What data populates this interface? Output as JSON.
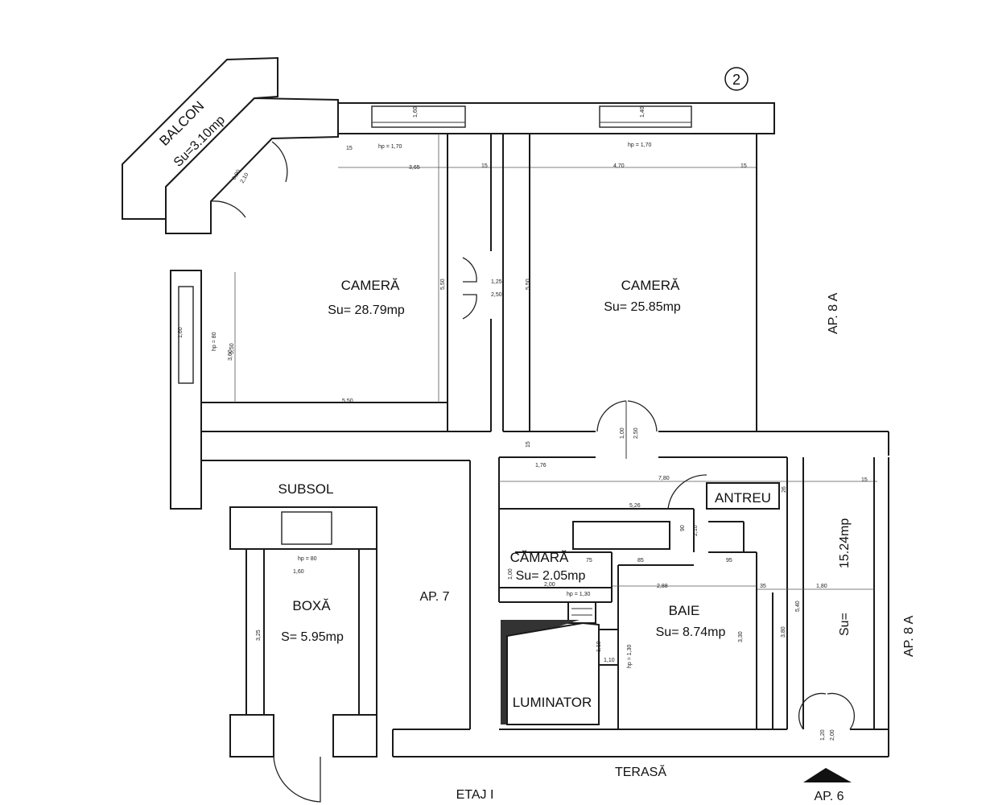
{
  "sheet_number": "2",
  "rooms": {
    "balcon": {
      "name": "BALCON",
      "area": "Su=3.10mp"
    },
    "camera1": {
      "name": "CAMERĂ",
      "area": "Su= 28.79mp"
    },
    "camera2": {
      "name": "CAMERĂ",
      "area": "Su= 25.85mp"
    },
    "antreu": {
      "name": "ANTREU"
    },
    "camara": {
      "name": "CĂMARĂ",
      "area": "Su= 2.05mp"
    },
    "baie": {
      "name": "BAIE",
      "area": "Su= 8.74mp"
    },
    "hol": {
      "area_label": "Su=",
      "area_value": "15.24mp"
    },
    "boxa": {
      "name": "BOXĂ",
      "area": "S= 5.95mp"
    },
    "luminator": {
      "name": "LUMINATOR"
    }
  },
  "neighbors": {
    "ap8a_top": "AP. 8 A",
    "ap8a_bottom": "AP. 8 A",
    "ap7": "AP. 7",
    "ap6": "AP. 6"
  },
  "labels": {
    "subsol": "SUBSOL",
    "terasa": "TERASĂ",
    "etaj": "ETAJ I"
  },
  "dimensions": {
    "w1_sill": "hp = 1,70",
    "w2_sill": "hp = 1,70",
    "w_top1": "1,60",
    "w_top2": "1,40",
    "d_365": "3,65",
    "d_470": "4,70",
    "d_15a": "15",
    "d_15b": "15",
    "d_15c": "15",
    "d_15d": "15",
    "d_550": "5,50",
    "d_550b": "5,50",
    "d_550c": "5,50",
    "door_125": "1,25",
    "door_250": "2,50",
    "balcon_door": "0,90",
    "balcon_door2": "2,10",
    "left_hp": "hp = 80",
    "left_w": "1,60",
    "left_h": "3,60",
    "door2_100": "1,00",
    "door2_250": "2,50",
    "d_176": "1,76",
    "d_780": "7,80",
    "d_526": "5,26",
    "d_26": "26",
    "d_90": "90",
    "d_210": "2,10",
    "d_75": "75",
    "d_85": "85",
    "d_95": "95",
    "d_288": "2,88",
    "d_35": "35",
    "d_180": "1,80",
    "d_540": "5,40",
    "d_380": "3,80",
    "d_330": "3,30",
    "hp130": "hp = 1,30",
    "hp130b": "hp = 1,30",
    "d_110": "1,10",
    "d_110b": "1,10",
    "boxa_hp": "hp = 80",
    "boxa_w": "1,60",
    "boxa_h": "3,25",
    "camara_h": "1,00",
    "camara_w": "2,00",
    "ap6_door1": "1,20",
    "ap6_door2": "2,00"
  }
}
